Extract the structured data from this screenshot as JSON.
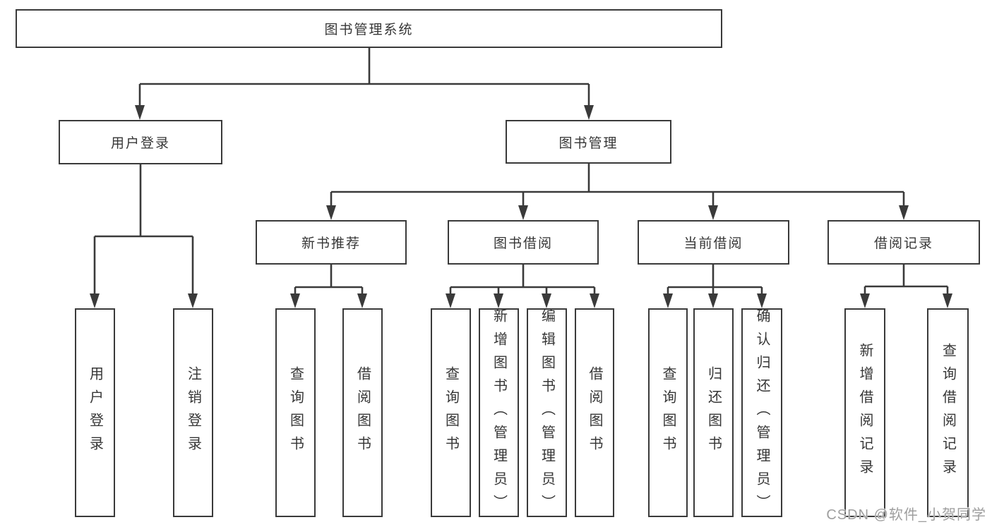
{
  "diagram": {
    "title": "图书管理系统",
    "colors": {
      "line": "#3a3a3a",
      "box_border": "#3a3a3a",
      "text": "#363636",
      "background": "#ffffff",
      "watermark": "#9e9e9e"
    },
    "root": {
      "label": "图书管理系统"
    },
    "level2": {
      "user_login": {
        "label": "用户登录"
      },
      "book_management": {
        "label": "图书管理"
      }
    },
    "level3": {
      "new_book_recommend": {
        "label": "新书推荐"
      },
      "book_borrow": {
        "label": "图书借阅"
      },
      "current_borrow": {
        "label": "当前借阅"
      },
      "borrow_records": {
        "label": "借阅记录"
      }
    },
    "leaves": {
      "user_login": [
        "用户登录",
        "注销登录"
      ],
      "new_book_recommend": [
        "查询图书",
        "借阅图书"
      ],
      "book_borrow": [
        "查询图书",
        "新增图书（管理员）",
        "编辑图书（管理员）",
        "借阅图书"
      ],
      "current_borrow": [
        "查询图书",
        "归还图书",
        "确认归还（管理员）"
      ],
      "borrow_records": [
        "新增借阅记录",
        "查询借阅记录"
      ]
    },
    "watermark": "CSDN @软件_小贺同学"
  }
}
